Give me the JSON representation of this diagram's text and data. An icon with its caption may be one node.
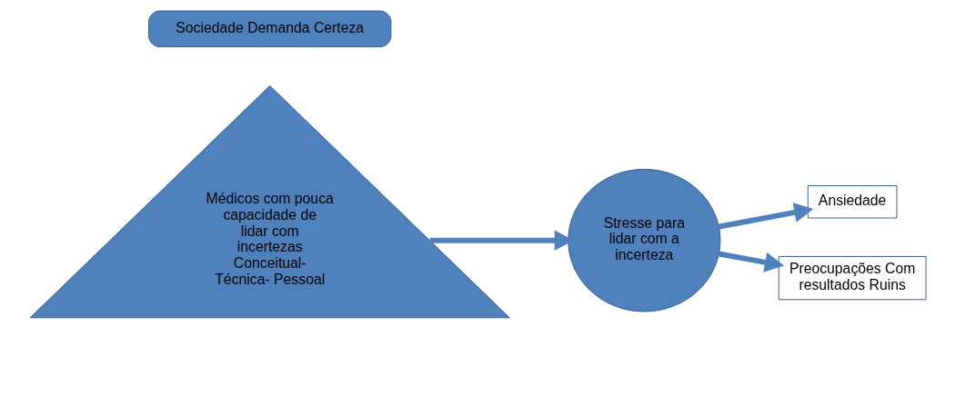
{
  "diagram": {
    "nodes": [
      {
        "text": [
          "Sociedade Demanda Certeza"
        ]
      },
      {
        "text": [
          "Médicos com pouca capacidade de lidar com incertezas",
          "Conceitual- Técnica- Pessoal"
        ]
      },
      {
        "text": [
          "Stresse para lidar com a incerteza"
        ]
      },
      {
        "text": [
          "Ansiedade"
        ]
      },
      {
        "text": [
          "Preocupações Com resultados Ruins"
        ]
      }
    ],
    "edges": [
      {
        "from": 1,
        "to": 2,
        "arrow": "to"
      },
      {
        "from": 2,
        "to": 3,
        "arrow": "to"
      },
      {
        "from": 2,
        "to": 4,
        "arrow": "to"
      }
    ]
  }
}
